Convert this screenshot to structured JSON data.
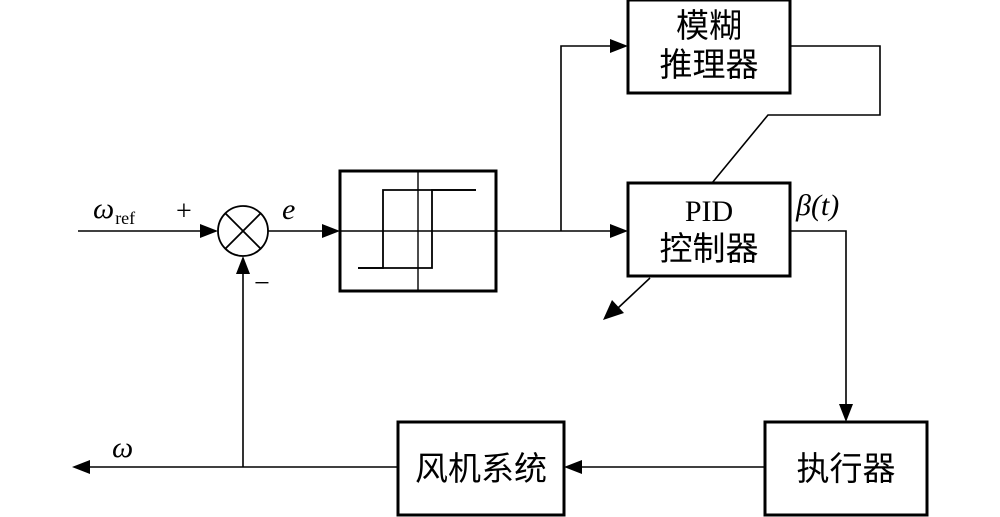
{
  "blocks": {
    "fuzzy_line1": "模糊",
    "fuzzy_line2": "推理器",
    "pid_line1": "PID",
    "pid_line2": "控制器",
    "fan": "风机系统",
    "actuator": "执行器"
  },
  "signals": {
    "omega_ref": "ω",
    "omega_ref_sub": "ref",
    "plus": "+",
    "minus": "−",
    "error": "e",
    "beta": "β(t)",
    "omega_out": "ω"
  }
}
